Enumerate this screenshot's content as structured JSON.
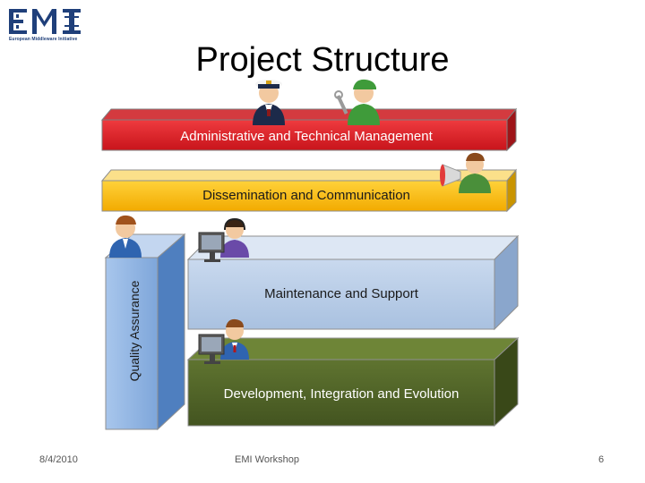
{
  "logo": {
    "caption": "European Middleware Initiative",
    "brand_color": "#1f3f7a"
  },
  "title": "Project Structure",
  "layers": {
    "admin": {
      "label": "Administrative and Technical Management",
      "color": "#e3242b"
    },
    "dissemination": {
      "label": "Dissemination and Communication",
      "color": "#f5b800"
    },
    "maintenance": {
      "label": "Maintenance and Support",
      "color": "#b8cce4"
    },
    "development": {
      "label": "Development, Integration and Evolution",
      "color": "#4f6228"
    },
    "qa": {
      "label": "Quality Assurance",
      "color": "#8eb4e3"
    }
  },
  "people_icons": [
    "captain-person-icon",
    "mechanic-person-icon",
    "megaphone-person-icon",
    "qa-person-icon",
    "support-operator-icon",
    "developer-person-icon"
  ],
  "footer": {
    "date": "8/4/2010",
    "event": "EMI Workshop",
    "page": "6"
  }
}
